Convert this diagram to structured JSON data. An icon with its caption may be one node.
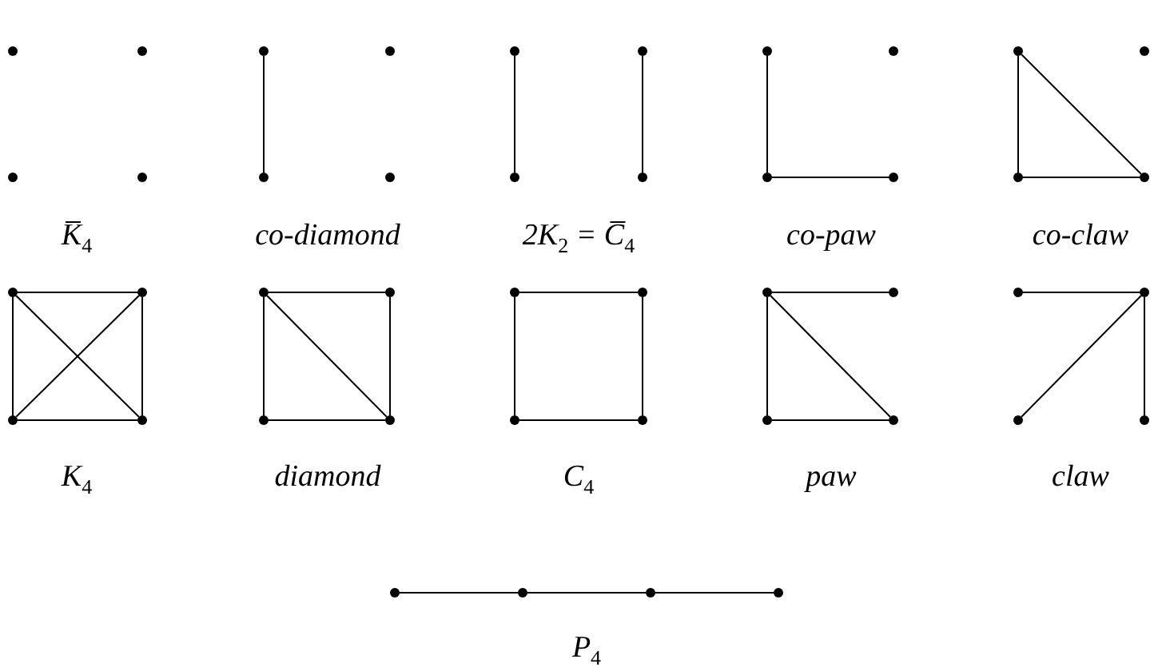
{
  "diagram": {
    "nodes": [
      {
        "text": [],
        "shape": "circle"
      },
      {
        "text": [],
        "shape": "circle"
      },
      {
        "text": [],
        "shape": "circle"
      },
      {
        "text": [],
        "shape": "circle"
      },
      {
        "text": [],
        "shape": "circle"
      },
      {
        "text": [],
        "shape": "circle"
      },
      {
        "text": [],
        "shape": "circle"
      },
      {
        "text": [],
        "shape": "circle"
      },
      {
        "text": [],
        "shape": "circle"
      },
      {
        "text": [],
        "shape": "circle"
      },
      {
        "text": [],
        "shape": "circle"
      },
      {
        "text": [],
        "shape": "circle"
      },
      {
        "text": [],
        "shape": "circle"
      },
      {
        "text": [],
        "shape": "circle"
      },
      {
        "text": [],
        "shape": "circle"
      },
      {
        "text": [],
        "shape": "circle"
      },
      {
        "text": [],
        "shape": "circle"
      },
      {
        "text": [],
        "shape": "circle"
      },
      {
        "text": [],
        "shape": "circle"
      },
      {
        "text": [],
        "shape": "circle"
      },
      {
        "text": [],
        "shape": "circle"
      },
      {
        "text": [],
        "shape": "circle"
      },
      {
        "text": [],
        "shape": "circle"
      },
      {
        "text": [],
        "shape": "circle"
      },
      {
        "text": [],
        "shape": "circle"
      },
      {
        "text": [],
        "shape": "circle"
      },
      {
        "text": [],
        "shape": "circle"
      },
      {
        "text": [],
        "shape": "circle"
      },
      {
        "text": [],
        "shape": "circle"
      },
      {
        "text": [],
        "shape": "circle"
      },
      {
        "text": [],
        "shape": "circle"
      },
      {
        "text": [],
        "shape": "circle"
      },
      {
        "text": [],
        "shape": "circle"
      },
      {
        "text": [],
        "shape": "circle"
      },
      {
        "text": [],
        "shape": "circle"
      },
      {
        "text": [],
        "shape": "circle"
      },
      {
        "text": [],
        "shape": "circle"
      },
      {
        "text": [],
        "shape": "circle"
      },
      {
        "text": [],
        "shape": "circle"
      },
      {
        "text": [],
        "shape": "circle"
      },
      {
        "text": [],
        "shape": "circle"
      },
      {
        "text": [],
        "shape": "circle"
      },
      {
        "text": [],
        "shape": "circle"
      },
      {
        "text": [],
        "shape": "circle"
      }
    ],
    "edges": [
      {
        "from": 4,
        "to": 6,
        "arrow": "none"
      },
      {
        "from": 8,
        "to": 10,
        "arrow": "none"
      },
      {
        "from": 9,
        "to": 11,
        "arrow": "none"
      },
      {
        "from": 12,
        "to": 14,
        "arrow": "none"
      },
      {
        "from": 14,
        "to": 15,
        "arrow": "none"
      },
      {
        "from": 16,
        "to": 18,
        "arrow": "none"
      },
      {
        "from": 18,
        "to": 19,
        "arrow": "none"
      },
      {
        "from": 16,
        "to": 19,
        "arrow": "none"
      },
      {
        "from": 20,
        "to": 21,
        "arrow": "none"
      },
      {
        "from": 20,
        "to": 22,
        "arrow": "none"
      },
      {
        "from": 20,
        "to": 23,
        "arrow": "none"
      },
      {
        "from": 21,
        "to": 22,
        "arrow": "none"
      },
      {
        "from": 21,
        "to": 23,
        "arrow": "none"
      },
      {
        "from": 22,
        "to": 23,
        "arrow": "none"
      },
      {
        "from": 24,
        "to": 25,
        "arrow": "none"
      },
      {
        "from": 24,
        "to": 26,
        "arrow": "none"
      },
      {
        "from": 25,
        "to": 27,
        "arrow": "none"
      },
      {
        "from": 26,
        "to": 27,
        "arrow": "none"
      },
      {
        "from": 24,
        "to": 27,
        "arrow": "none"
      },
      {
        "from": 28,
        "to": 29,
        "arrow": "none"
      },
      {
        "from": 28,
        "to": 30,
        "arrow": "none"
      },
      {
        "from": 29,
        "to": 31,
        "arrow": "none"
      },
      {
        "from": 30,
        "to": 31,
        "arrow": "none"
      },
      {
        "from": 32,
        "to": 33,
        "arrow": "none"
      },
      {
        "from": 32,
        "to": 34,
        "arrow": "none"
      },
      {
        "from": 34,
        "to": 35,
        "arrow": "none"
      },
      {
        "from": 32,
        "to": 35,
        "arrow": "none"
      },
      {
        "from": 36,
        "to": 37,
        "arrow": "none"
      },
      {
        "from": 37,
        "to": 38,
        "arrow": "none"
      },
      {
        "from": 37,
        "to": 39,
        "arrow": "none"
      },
      {
        "from": 40,
        "to": 41,
        "arrow": "none"
      },
      {
        "from": 41,
        "to": 42,
        "arrow": "none"
      },
      {
        "from": 42,
        "to": 43,
        "arrow": "none"
      }
    ],
    "labels": [
      "K̅$_{4}$",
      "co-diamond",
      "2K$_{2}$ = C̅$_{4}$",
      "co-paw",
      "co-claw",
      "K$_{4}$",
      "diamond",
      "C$_{4}$",
      "paw",
      "claw",
      "P$_{4}$"
    ]
  }
}
